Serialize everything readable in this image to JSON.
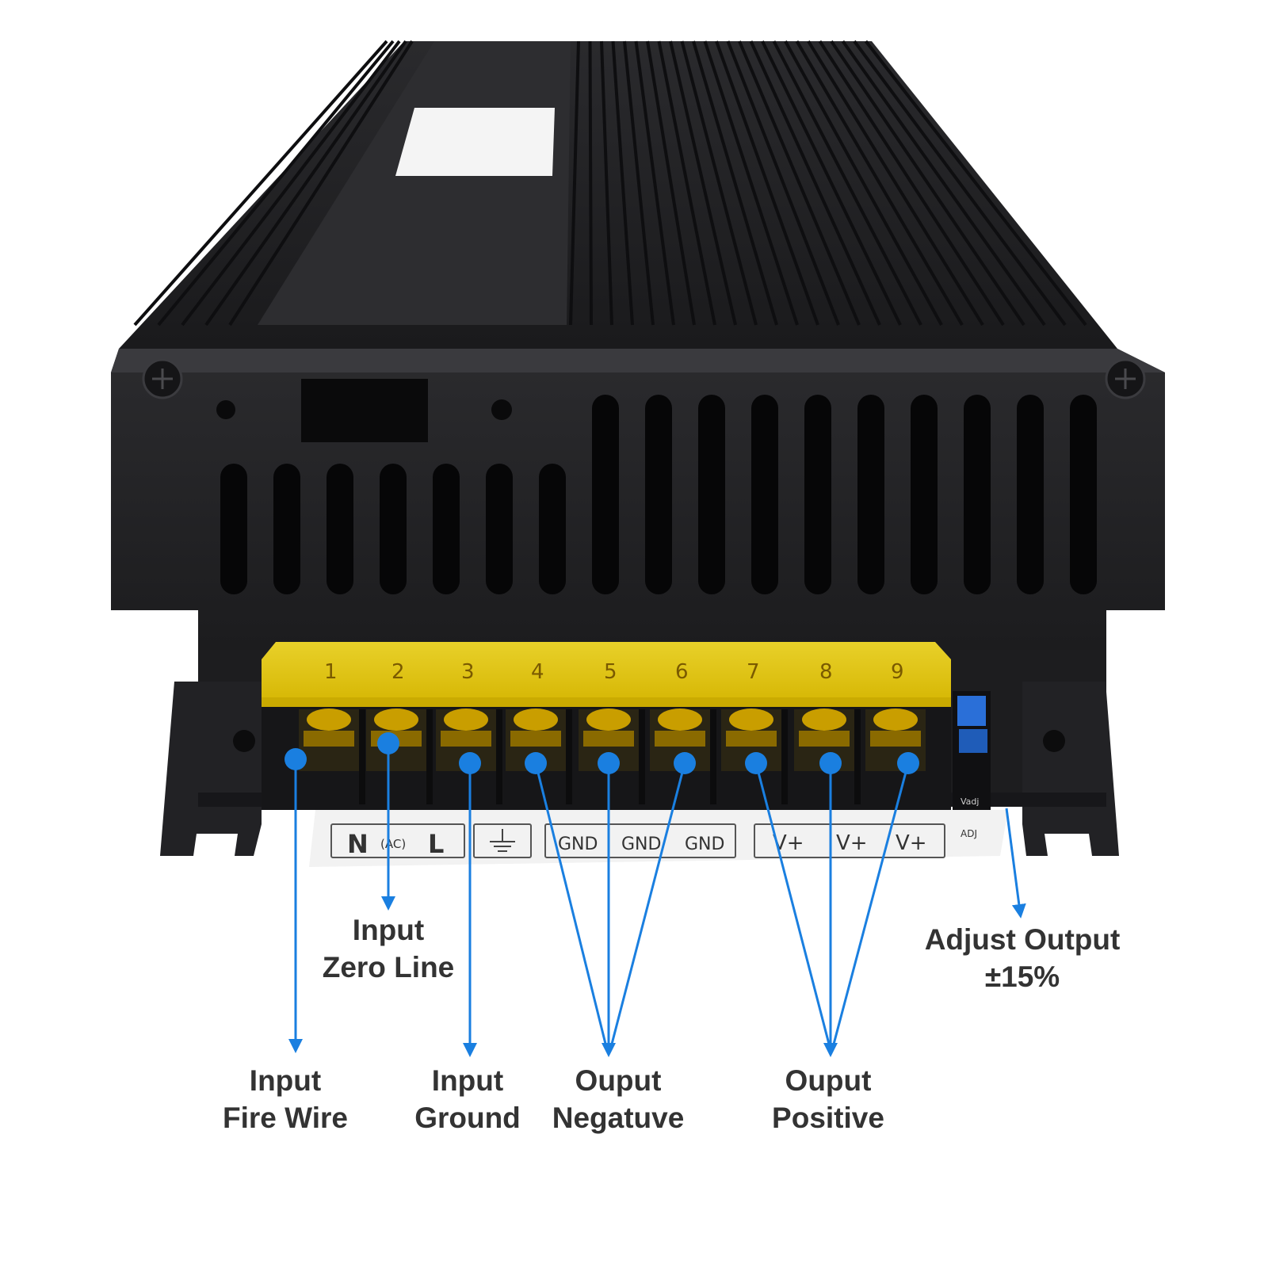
{
  "colors": {
    "accent": "#1a7fe0",
    "terminal_cover": "#f0d400",
    "housing": "#1e1e20",
    "label_text": "#333333",
    "trimmer": "#2a6fd8"
  },
  "terminal_numbers": [
    "1",
    "2",
    "3",
    "4",
    "5",
    "6",
    "7",
    "8",
    "9"
  ],
  "strip_labels": {
    "n": "N",
    "ac": "(AC)",
    "l": "L",
    "gnd": [
      "GND",
      "GND",
      "GND"
    ],
    "vplus": [
      "V+",
      "V+",
      "V+"
    ],
    "adj": "ADJ"
  },
  "trimmer_label": "Vadj",
  "callouts": {
    "fire_wire": {
      "line1": "Input",
      "line2": "Fire Wire"
    },
    "zero_line": {
      "line1": "Input",
      "line2": "Zero Line"
    },
    "ground": {
      "line1": "Input",
      "line2": "Ground"
    },
    "negative": {
      "line1": "Ouput",
      "line2": "Negatuve"
    },
    "positive": {
      "line1": "Ouput",
      "line2": "Positive"
    },
    "adjust": {
      "line1": "Adjust Output",
      "line2": "±15%"
    }
  },
  "icons": {
    "ground_symbol": "ground-icon",
    "screw": "screw-icon"
  }
}
